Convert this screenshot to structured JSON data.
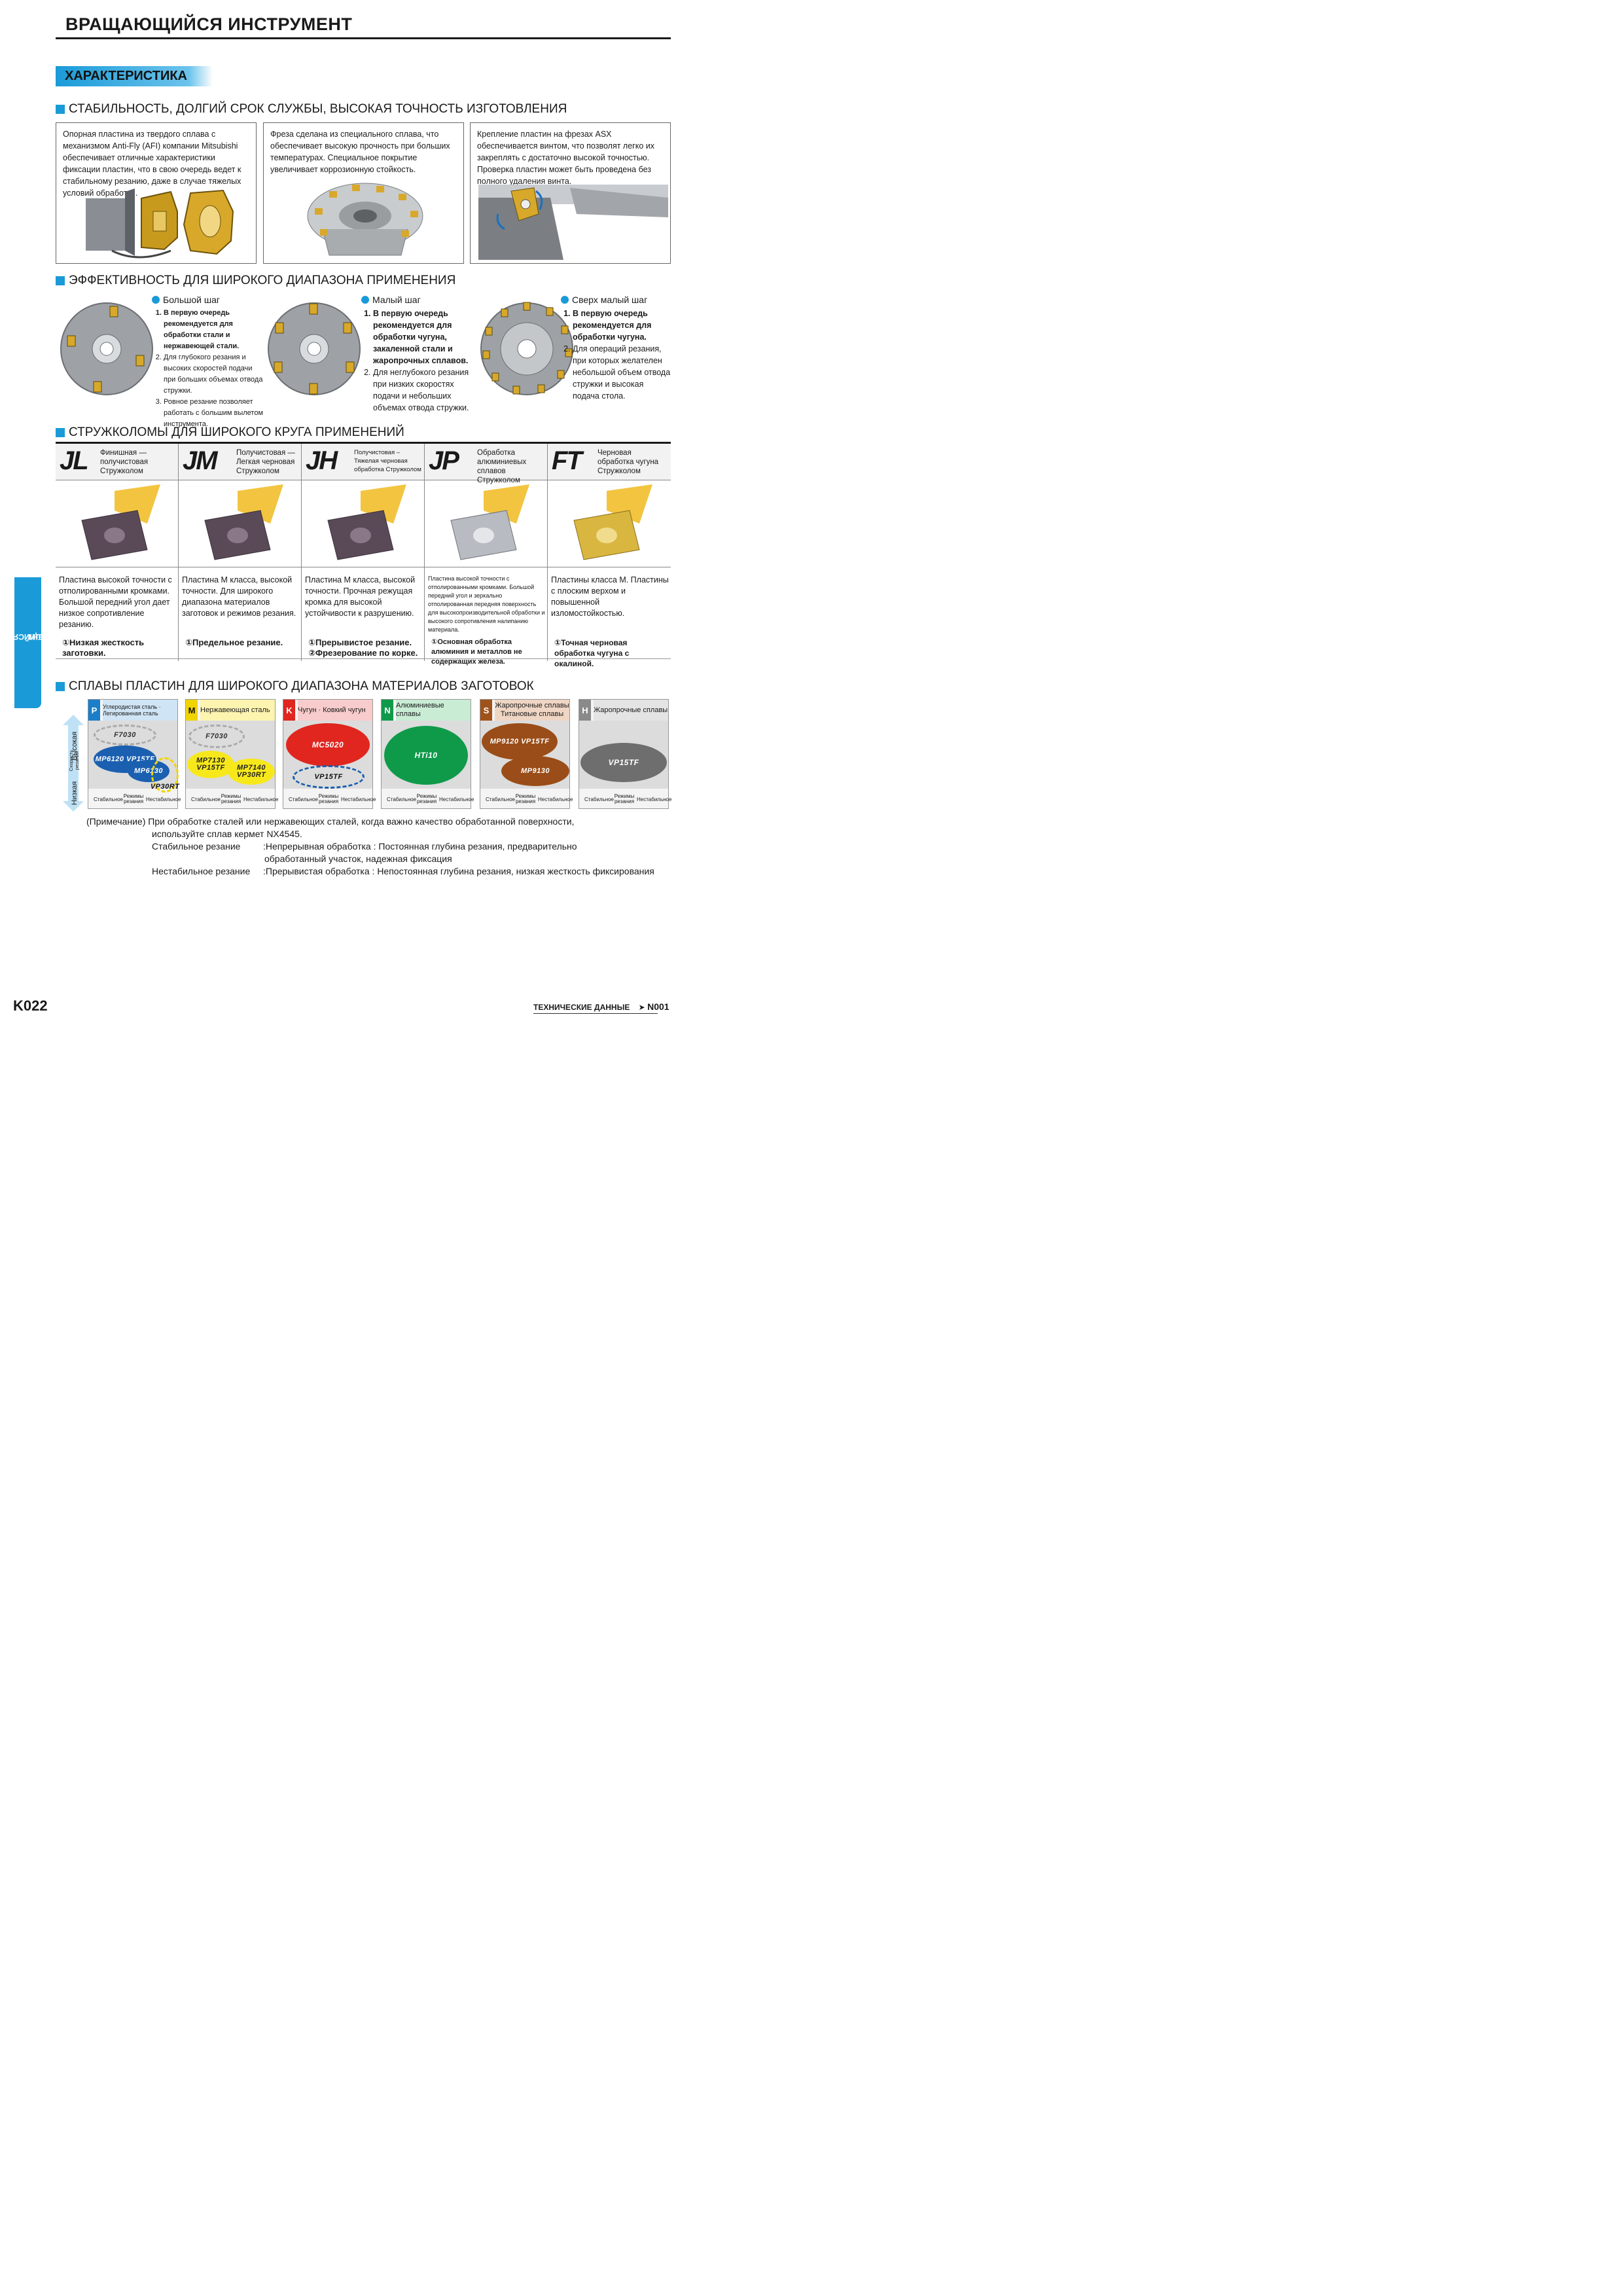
{
  "header": {
    "title": "ВРАЩАЮЩИЙСЯ ИНСТРУМЕНТ"
  },
  "section": {
    "title": "ХАРАКТЕРИСТИКА"
  },
  "stability": {
    "heading": "СТАБИЛЬНОСТЬ, ДОЛГИЙ СРОК СЛУЖБЫ, ВЫСОКАЯ ТОЧНОСТЬ ИЗГОТОВЛЕНИЯ",
    "boxes": [
      {
        "text": "Опорная пластина из твердого сплава с механизмом Anti-Fly (AFI) компании Mitsubishi обеспечивает отличные характеристики фиксации пластин, что в свою очередь ведет к стабильному резанию, даже в случае тяжелых условий обработки."
      },
      {
        "text": "Фреза сделана из специального сплава, что обеспечивает высокую прочность при больших температурах. Специальное покрытие увеличивает коррозионную стойкость."
      },
      {
        "text": "Крепление пластин на фрезах ASX обеспечивается винтом, что позволят легко их закреплять с достаточно высокой точностью. Проверка пластин может быть проведена без полного удаления винта."
      }
    ]
  },
  "efficiency": {
    "heading": "ЭФФЕКТИВНОСТЬ ДЛЯ ШИРОКОГО ДИАПАЗОНА ПРИМЕНЕНИЯ",
    "types": [
      {
        "title": "Большой шаг",
        "items": [
          "В первую очередь рекомендуется для обработки стали и нержавеющей стали.",
          "Для глубокого резания и высоких скоростей подачи при больших объемах отвода стружки.",
          "Ровное резание позволяет работать с большим вылетом инструмента."
        ]
      },
      {
        "title": "Малый шаг",
        "items": [
          "В первую очередь рекомендуется для обработки чугуна, закаленной стали и жаропрочных сплавов.",
          "Для неглубокого резания при низких скоростях подачи и небольших объемах отвода стружки."
        ]
      },
      {
        "title": "Сверх малый шаг",
        "items": [
          "В первую очередь рекомендуется для обработки чугуна.",
          "Для операций резания, при которых желателен небольшой объем отвода стружки и высокая подача стола."
        ]
      }
    ]
  },
  "chipbreakers": {
    "heading": "СТРУЖКОЛОМЫ ДЛЯ ШИРОКОГО КРУГА ПРИМЕНЕНИЙ",
    "items": [
      {
        "code": "JL",
        "desc": "Финишная — получистовая Стружколом",
        "text": "Пластина высокой точности с отполированными кромками. Большой передний угол дает низкое сопротивление резанию.",
        "foot": "①Низкая жесткость заготовки.",
        "color": "#5a4a58"
      },
      {
        "code": "JM",
        "desc": "Получистовая — Легкая черновая Стружколом",
        "text": "Пластина M класса, высокой точности. Для широкого диапазона материалов заготовок и режимов резания.",
        "foot": "①Предельное резание.",
        "color": "#5a4a58"
      },
      {
        "code": "JH",
        "desc": "Получистовая – Тяжелая черновая обработка Стружколом",
        "text": "Пластина M класса, высокой точности. Прочная режущая кромка для высокой устойчивости к разрушению.",
        "foot": "①Прерывистое резание. ②Фрезерование по корке.",
        "color": "#5a4a58"
      },
      {
        "code": "JP",
        "desc": "Обработка алюминиевых сплавов Стружколом",
        "text": "Пластина высокой точности с отполированными кромками. Большой передний угол и зеркально отполированная передняя поверхность для высокопроизводительной обработки и высокого сопротивления налипанию материала.",
        "foot": "①Основная обработка алюминия и металлов не содержащих железа.",
        "color": "#b8bcc2"
      },
      {
        "code": "FT",
        "desc": "Черновая обработка чугуна Стружколом",
        "text": "Пластины класса M. Пластины с плоским верхом и повышенной изломостойкостью.",
        "foot": "①Точная черновая обработка чугуна с окалиной.",
        "color": "#d9b640"
      }
    ]
  },
  "grades": {
    "heading": "СПЛАВЫ ПЛАСТИН ДЛЯ ШИРОКОГО ДИАПАЗОНА МАТЕРИАЛОВ ЗАГОТОВОК",
    "axis": {
      "high": "Высокая",
      "speed": "Скорость резания",
      "low": "Низкая",
      "stable": "Стабильное",
      "mode": "Режимы резания",
      "unstable": "Нестабильное"
    },
    "panels": [
      {
        "tag": "P",
        "tag_color": "#1a7fc8",
        "label": "Углеродистая сталь · Легированная сталь",
        "grades": [
          "F7030",
          "MP6120 VP15TF",
          "MP6130",
          "VP30RT"
        ]
      },
      {
        "tag": "M",
        "tag_color": "#f0d400",
        "label": "Нержавеющая сталь",
        "grades": [
          "F7030",
          "MP7130 VP15TF",
          "MP7140 VP30RT"
        ]
      },
      {
        "tag": "K",
        "tag_color": "#e0261f",
        "label": "Чугун · Ковкий чугун",
        "grades": [
          "MC5020",
          "VP15TF"
        ]
      },
      {
        "tag": "N",
        "tag_color": "#0f9a4a",
        "label": "Алюминиевые сплавы",
        "grades": [
          "HTi10"
        ]
      },
      {
        "tag": "S",
        "tag_color": "#a0521b",
        "label": "Жаропрочные сплавы Титановые сплавы",
        "grades": [
          "MP9120 VP15TF",
          "MP9130"
        ]
      },
      {
        "tag": "H",
        "tag_color": "#8a8a8a",
        "label": "Жаропрочные сплавы",
        "grades": [
          "VP15TF"
        ]
      }
    ]
  },
  "note": {
    "label": "(Примечание)",
    "line1": "При обработке сталей или нержавеющих сталей, когда важно качество обработанной поверхности,",
    "line2": "используйте сплав кермет NX4545.",
    "stable_label": "Стабильное резание",
    "stable_text1": ":Непрерывная обработка : Постоянная глубина резания, предварительно",
    "stable_text2": "обработанный участок, надежная фиксация",
    "unstable_label": "Нестабильное резание",
    "unstable_text": ":Прерывистая обработка : Непостоянная глубина резания, низкая жесткость фиксирования"
  },
  "side_tab": {
    "line1": "ВРАЩАЮЩИЙСЯ",
    "line2": "ИНСТРУМЕНТ"
  },
  "footer": {
    "page": "K022",
    "link_text": "ТЕХНИЧЕСКИЕ ДАННЫЕ",
    "link_target": "N001"
  }
}
